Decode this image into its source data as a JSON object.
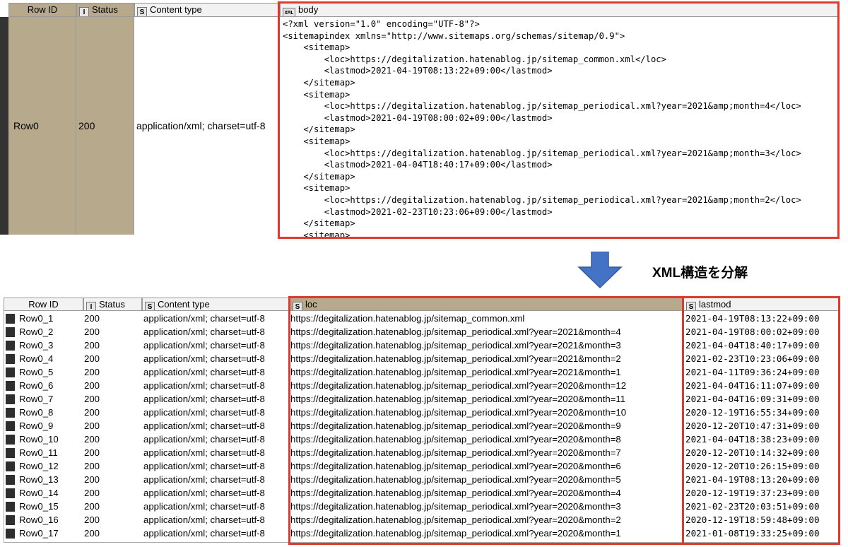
{
  "top_table": {
    "headers": {
      "row_id": "Row ID",
      "status": "Status",
      "status_badge": "I",
      "content_type": "Content type",
      "content_type_badge": "S",
      "body": "body",
      "body_badge": "XML"
    },
    "row": {
      "row_id": "Row0",
      "status": "200",
      "content_type": "application/xml; charset=utf-8"
    },
    "body_lines": [
      "<?xml version=\"1.0\" encoding=\"UTF-8\"?>",
      "<sitemapindex xmlns=\"http://www.sitemaps.org/schemas/sitemap/0.9\">",
      "    <sitemap>",
      "        <loc>https://degitalization.hatenablog.jp/sitemap_common.xml</loc>",
      "        <lastmod>2021-04-19T08:13:22+09:00</lastmod>",
      "    </sitemap>",
      "    <sitemap>",
      "        <loc>https://degitalization.hatenablog.jp/sitemap_periodical.xml?year=2021&amp;month=4</loc>",
      "        <lastmod>2021-04-19T08:00:02+09:00</lastmod>",
      "    </sitemap>",
      "    <sitemap>",
      "        <loc>https://degitalization.hatenablog.jp/sitemap_periodical.xml?year=2021&amp;month=3</loc>",
      "        <lastmod>2021-04-04T18:40:17+09:00</lastmod>",
      "    </sitemap>",
      "    <sitemap>",
      "        <loc>https://degitalization.hatenablog.jp/sitemap_periodical.xml?year=2021&amp;month=2</loc>",
      "        <lastmod>2021-02-23T10:23:06+09:00</lastmod>",
      "    </sitemap>",
      "    <sitemap>"
    ]
  },
  "annotation": {
    "label": "XML構造を分解",
    "arrow_color": "#4472c4"
  },
  "bottom_table": {
    "headers": {
      "row_id": "Row ID",
      "status": "Status",
      "status_badge": "I",
      "content_type": "Content type",
      "content_type_badge": "S",
      "loc": "loc",
      "loc_badge": "S",
      "lastmod": "lastmod",
      "lastmod_badge": "S"
    },
    "rows": [
      {
        "row_id": "Row0_1",
        "status": "200",
        "content_type": "application/xml; charset=utf-8",
        "loc": "https://degitalization.hatenablog.jp/sitemap_common.xml",
        "lastmod": "2021-04-19T08:13:22+09:00"
      },
      {
        "row_id": "Row0_2",
        "status": "200",
        "content_type": "application/xml; charset=utf-8",
        "loc": "https://degitalization.hatenablog.jp/sitemap_periodical.xml?year=2021&month=4",
        "lastmod": "2021-04-19T08:00:02+09:00"
      },
      {
        "row_id": "Row0_3",
        "status": "200",
        "content_type": "application/xml; charset=utf-8",
        "loc": "https://degitalization.hatenablog.jp/sitemap_periodical.xml?year=2021&month=3",
        "lastmod": "2021-04-04T18:40:17+09:00"
      },
      {
        "row_id": "Row0_4",
        "status": "200",
        "content_type": "application/xml; charset=utf-8",
        "loc": "https://degitalization.hatenablog.jp/sitemap_periodical.xml?year=2021&month=2",
        "lastmod": "2021-02-23T10:23:06+09:00"
      },
      {
        "row_id": "Row0_5",
        "status": "200",
        "content_type": "application/xml; charset=utf-8",
        "loc": "https://degitalization.hatenablog.jp/sitemap_periodical.xml?year=2021&month=1",
        "lastmod": "2021-04-11T09:36:24+09:00"
      },
      {
        "row_id": "Row0_6",
        "status": "200",
        "content_type": "application/xml; charset=utf-8",
        "loc": "https://degitalization.hatenablog.jp/sitemap_periodical.xml?year=2020&month=12",
        "lastmod": "2021-04-04T16:11:07+09:00"
      },
      {
        "row_id": "Row0_7",
        "status": "200",
        "content_type": "application/xml; charset=utf-8",
        "loc": "https://degitalization.hatenablog.jp/sitemap_periodical.xml?year=2020&month=11",
        "lastmod": "2021-04-04T16:09:31+09:00"
      },
      {
        "row_id": "Row0_8",
        "status": "200",
        "content_type": "application/xml; charset=utf-8",
        "loc": "https://degitalization.hatenablog.jp/sitemap_periodical.xml?year=2020&month=10",
        "lastmod": "2020-12-19T16:55:34+09:00"
      },
      {
        "row_id": "Row0_9",
        "status": "200",
        "content_type": "application/xml; charset=utf-8",
        "loc": "https://degitalization.hatenablog.jp/sitemap_periodical.xml?year=2020&month=9",
        "lastmod": "2020-12-20T10:47:31+09:00"
      },
      {
        "row_id": "Row0_10",
        "status": "200",
        "content_type": "application/xml; charset=utf-8",
        "loc": "https://degitalization.hatenablog.jp/sitemap_periodical.xml?year=2020&month=8",
        "lastmod": "2021-04-04T18:38:23+09:00"
      },
      {
        "row_id": "Row0_11",
        "status": "200",
        "content_type": "application/xml; charset=utf-8",
        "loc": "https://degitalization.hatenablog.jp/sitemap_periodical.xml?year=2020&month=7",
        "lastmod": "2020-12-20T10:14:32+09:00"
      },
      {
        "row_id": "Row0_12",
        "status": "200",
        "content_type": "application/xml; charset=utf-8",
        "loc": "https://degitalization.hatenablog.jp/sitemap_periodical.xml?year=2020&month=6",
        "lastmod": "2020-12-20T10:26:15+09:00"
      },
      {
        "row_id": "Row0_13",
        "status": "200",
        "content_type": "application/xml; charset=utf-8",
        "loc": "https://degitalization.hatenablog.jp/sitemap_periodical.xml?year=2020&month=5",
        "lastmod": "2021-04-19T08:13:20+09:00"
      },
      {
        "row_id": "Row0_14",
        "status": "200",
        "content_type": "application/xml; charset=utf-8",
        "loc": "https://degitalization.hatenablog.jp/sitemap_periodical.xml?year=2020&month=4",
        "lastmod": "2020-12-19T19:37:23+09:00"
      },
      {
        "row_id": "Row0_15",
        "status": "200",
        "content_type": "application/xml; charset=utf-8",
        "loc": "https://degitalization.hatenablog.jp/sitemap_periodical.xml?year=2020&month=3",
        "lastmod": "2021-02-23T20:03:51+09:00"
      },
      {
        "row_id": "Row0_16",
        "status": "200",
        "content_type": "application/xml; charset=utf-8",
        "loc": "https://degitalization.hatenablog.jp/sitemap_periodical.xml?year=2020&month=2",
        "lastmod": "2020-12-19T18:59:48+09:00"
      },
      {
        "row_id": "Row0_17",
        "status": "200",
        "content_type": "application/xml; charset=utf-8",
        "loc": "https://degitalization.hatenablog.jp/sitemap_periodical.xml?year=2020&month=1",
        "lastmod": "2021-01-08T19:33:25+09:00"
      }
    ]
  },
  "colors": {
    "highlight_red": "#e0392f",
    "selected_header": "#b7a98c",
    "row_marker": "#2e2e2e"
  }
}
